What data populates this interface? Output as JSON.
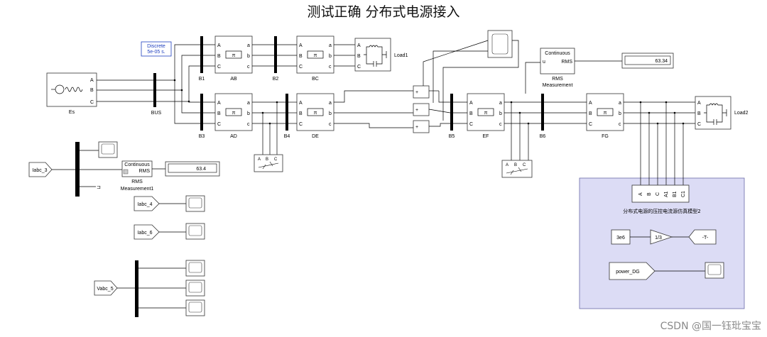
{
  "title": "测试正确  分布式电源接入",
  "watermark": "CSDN @国一钰玭宝宝",
  "colors": {
    "subsystem_area": "#dcdcf5",
    "discrete_text": "#1f3fbf",
    "wire": "#000000"
  },
  "powergui": {
    "line1": "Discrete",
    "line2": "5e-05 s."
  },
  "source": {
    "name": "Es",
    "ports": [
      "A",
      "B",
      "C"
    ]
  },
  "bus_labels": {
    "bus": "BUS",
    "b1": "B1",
    "b2": "B2",
    "b3": "B3",
    "b4": "B4",
    "b5": "B5",
    "b6": "B6"
  },
  "line_blocks": [
    {
      "name": "AB",
      "symbol": "π"
    },
    {
      "name": "BC",
      "symbol": "π"
    },
    {
      "name": "AD",
      "symbol": "π"
    },
    {
      "name": "DE",
      "symbol": "π"
    },
    {
      "name": "EF",
      "symbol": "π"
    },
    {
      "name": "FG",
      "symbol": "π"
    }
  ],
  "port_labels": {
    "A": "A",
    "B": "B",
    "C": "C",
    "a": "a",
    "b": "b",
    "c": "c"
  },
  "loads": {
    "load1": "Load1",
    "load2": "Load2"
  },
  "rms_top": {
    "mode": "Continuous",
    "port_u": "u",
    "label": "RMS",
    "name1": "RMS",
    "name2": "Measurement",
    "display": "63.34"
  },
  "rms_left": {
    "mode": "Continuous",
    "label": "RMS",
    "name1": "RMS",
    "name2": "Measurement1",
    "display": "63.4"
  },
  "goto_tags": {
    "iabc3": "Iabc_3",
    "iabc4": "Iabc_4",
    "iabc6": "Iabc_6",
    "vabc5": "Vabc_5"
  },
  "subsystem": {
    "ports": [
      "A",
      "B",
      "C",
      "A1",
      "B1",
      "C1"
    ],
    "caption": "分布式电源的压控电流源仿真模型2",
    "constant": "3e6",
    "gain": "1/3",
    "goto": "-T-",
    "from": "power_DG"
  },
  "fault_ports": [
    "A",
    "B",
    "C"
  ]
}
